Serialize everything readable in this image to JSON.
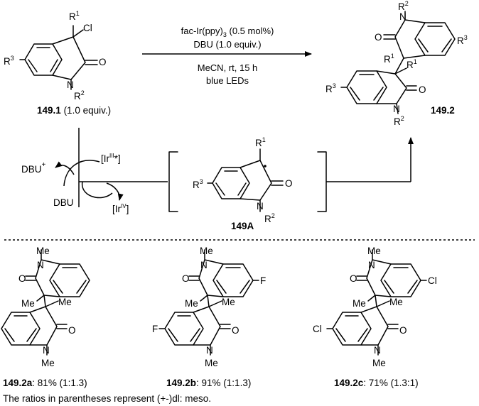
{
  "reactant": {
    "id": "149.1",
    "equiv": "(1.0 equiv.)",
    "atoms": {
      "r1": "R",
      "r1_sup": "1",
      "cl": "Cl",
      "o": "O",
      "n": "N",
      "r2": "R",
      "r2_sup": "2",
      "r3": "R",
      "r3_sup": "3"
    }
  },
  "conditions": {
    "catalyst": "fac-Ir(ppy)",
    "catalyst_sub": "3",
    "catalyst_amount": " (0.5 mol%)",
    "base": "DBU (1.0 equiv.)",
    "solvent": "MeCN, rt, 15 h",
    "light": "blue LEDs"
  },
  "product": {
    "id": "149.2",
    "atoms": {
      "r": "R",
      "sup1": "1",
      "sup2": "2",
      "sup3": "3",
      "o": "O",
      "n": "N"
    }
  },
  "mechanism": {
    "dbu_cation": "DBU",
    "dbu_cation_charge": "+",
    "dbu": "DBU",
    "ir3_star": "[Ir",
    "ir3_sup": "III",
    "ir3_end": "*]",
    "ir4": "[Ir",
    "ir4_sup": "IV",
    "ir4_end": "]",
    "intermediate_id": "149A"
  },
  "examples": [
    {
      "id": "149.2a",
      "result": ": 81% (1:1.3)",
      "substituent": ""
    },
    {
      "id": "149.2b",
      "result": ": 91% (1:1.3)",
      "substituent": "F"
    },
    {
      "id": "149.2c",
      "result": ": 71% (1.3:1)",
      "substituent": "Cl"
    }
  ],
  "example_atoms": {
    "me": "Me",
    "n": "N",
    "o": "O"
  },
  "footnote": "The ratios in parentheses represent (+-)dl: meso."
}
